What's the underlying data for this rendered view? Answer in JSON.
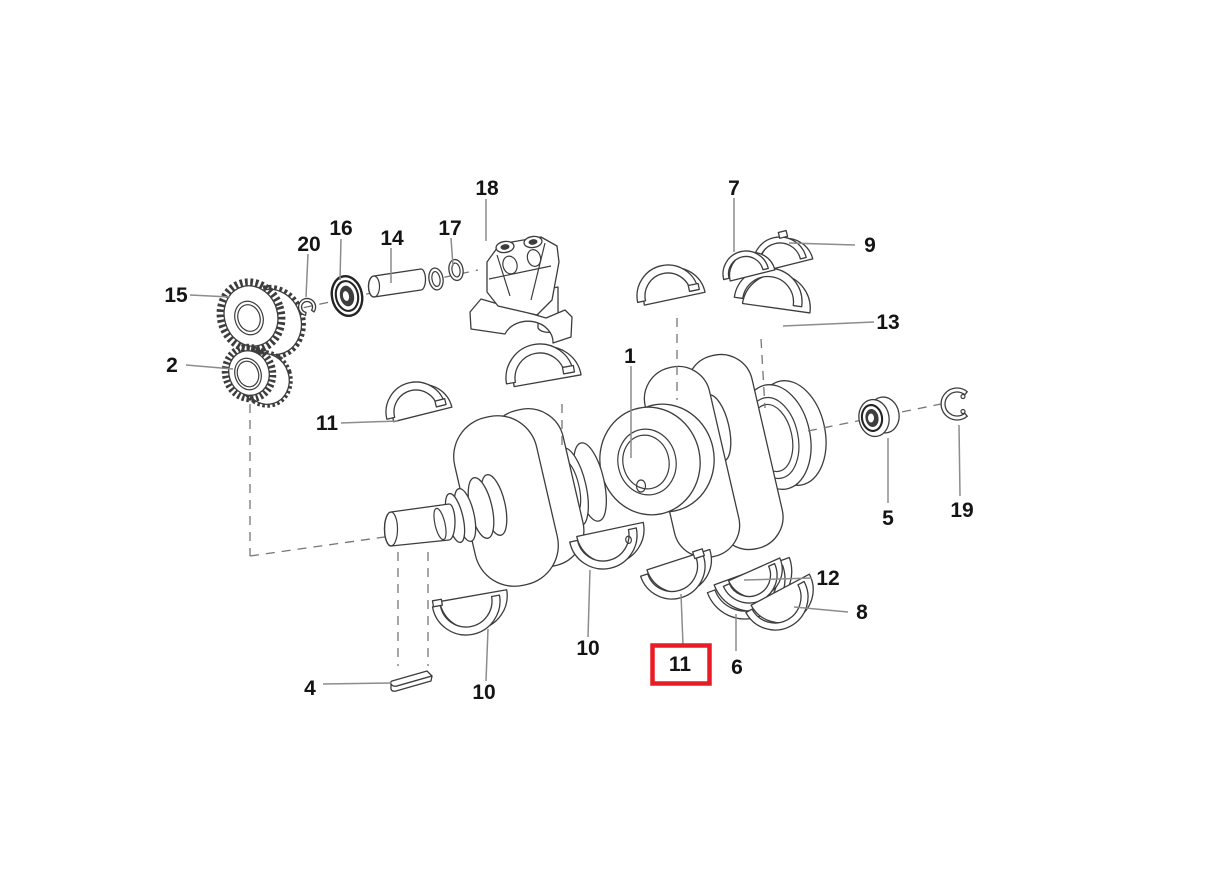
{
  "diagram": {
    "description": "Exploded parts diagram of an engine crankshaft assembly",
    "background_color": "#ffffff",
    "line_color": "#3d3d3d",
    "leader_line_color": "#8c8c8c",
    "label_color": "#141414",
    "highlight_box_color": "#e81c24",
    "highlighted_callout": "11",
    "callouts": [
      {
        "label": "1"
      },
      {
        "label": "2"
      },
      {
        "label": "4"
      },
      {
        "label": "5"
      },
      {
        "label": "6"
      },
      {
        "label": "7"
      },
      {
        "label": "8"
      },
      {
        "label": "9"
      },
      {
        "label": "10"
      },
      {
        "label": "10"
      },
      {
        "label": "11"
      },
      {
        "label": "11"
      },
      {
        "label": "12"
      },
      {
        "label": "13"
      },
      {
        "label": "14"
      },
      {
        "label": "15"
      },
      {
        "label": "16"
      },
      {
        "label": "17"
      },
      {
        "label": "18"
      },
      {
        "label": "19"
      },
      {
        "label": "20"
      }
    ]
  }
}
